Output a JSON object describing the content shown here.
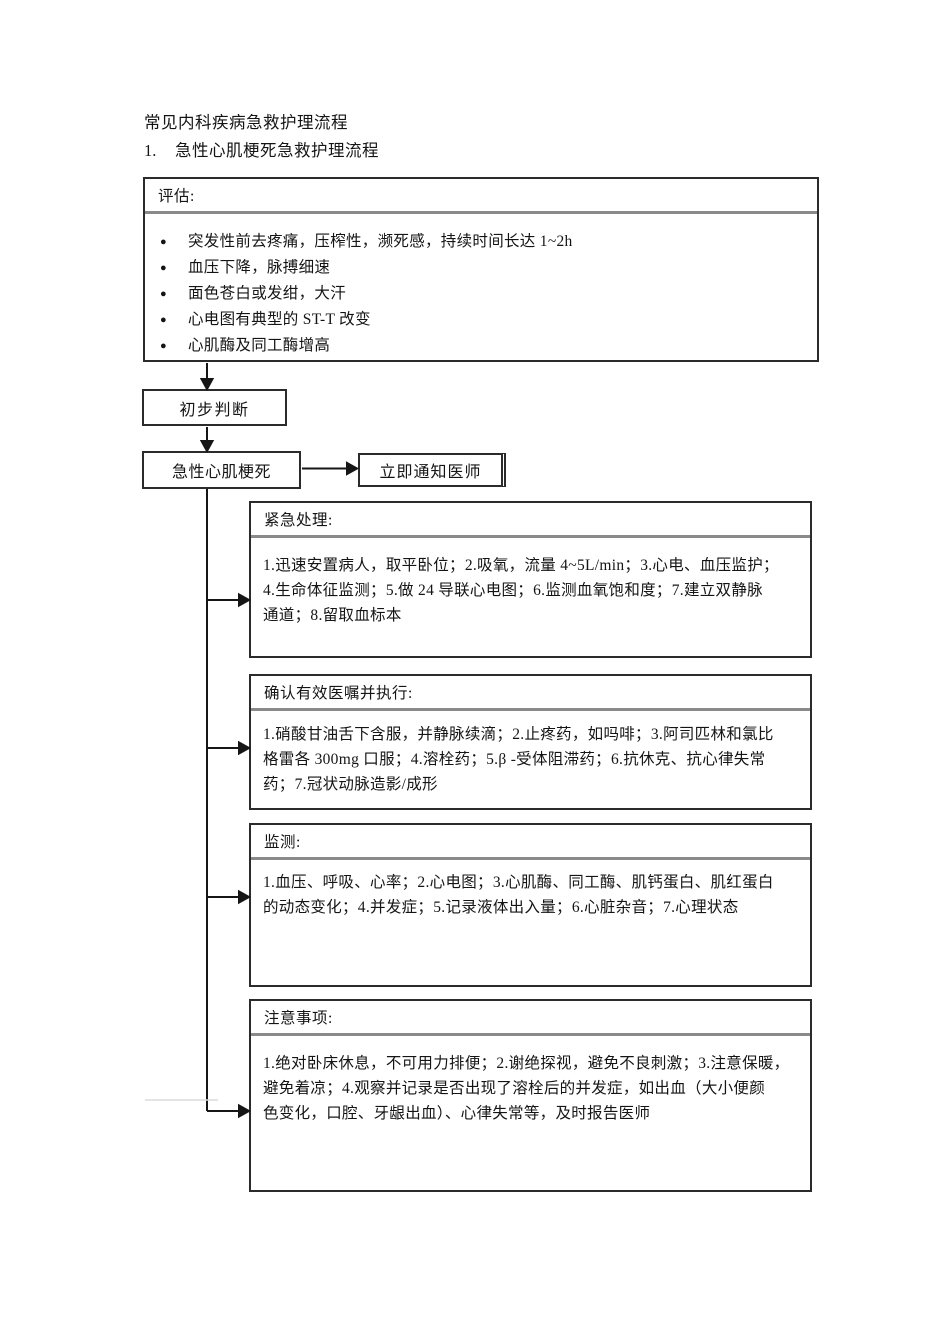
{
  "document": {
    "title": "常见内科疾病急救护理流程",
    "item_number": "1.",
    "item_title": "急性心肌梗死急救护理流程"
  },
  "assessment": {
    "header": "评估:",
    "bullet_icon": "●",
    "bullets": [
      "突发性前去疼痛，压榨性，濒死感，持续时间长达 1~2h",
      "血压下降，脉搏细速",
      "面色苍白或发绀，大汗",
      "心电图有典型的 ST-T 改变",
      "心肌酶及同工酶增高"
    ]
  },
  "nodes": {
    "preliminary_judgement": "初步判断",
    "diagnosis": "急性心肌梗死",
    "notify_physician": "立即通知医师"
  },
  "steps": [
    {
      "header": "紧急处理:",
      "lines": [
        "1.迅速安置病人，取平卧位；2.吸氧，流量 4~5L/min；3.心电、血压监护；",
        "4.生命体征监测；5.做 24 导联心电图；6.监测血氧饱和度；7.建立双静脉",
        "通道；8.留取血标本"
      ]
    },
    {
      "header": "确认有效医嘱并执行:",
      "lines": [
        "1.硝酸甘油舌下含服，并静脉续滴；2.止疼药，如吗啡；3.阿司匹林和氯比",
        "格雷各 300mg 口服；4.溶栓药；5.β -受体阻滞药；6.抗休克、抗心律失常",
        "药；7.冠状动脉造影/成形"
      ]
    },
    {
      "header": "监测:",
      "lines": [
        "1.血压、呼吸、心率；2.心电图；3.心肌酶、同工酶、肌钙蛋白、肌红蛋白",
        "的动态变化；4.并发症；5.记录液体出入量；6.心脏杂音；7.心理状态"
      ]
    },
    {
      "header": "注意事项:",
      "lines": [
        "1.绝对卧床休息，不可用力排便；2.谢绝探视，避免不良刺激；3.注意保暖，",
        "避免着凉；4.观察并记录是否出现了溶栓后的并发症，如出血（大小便颜",
        "色变化，口腔、牙龈出血）、心律失常等，及时报告医师"
      ]
    }
  ]
}
